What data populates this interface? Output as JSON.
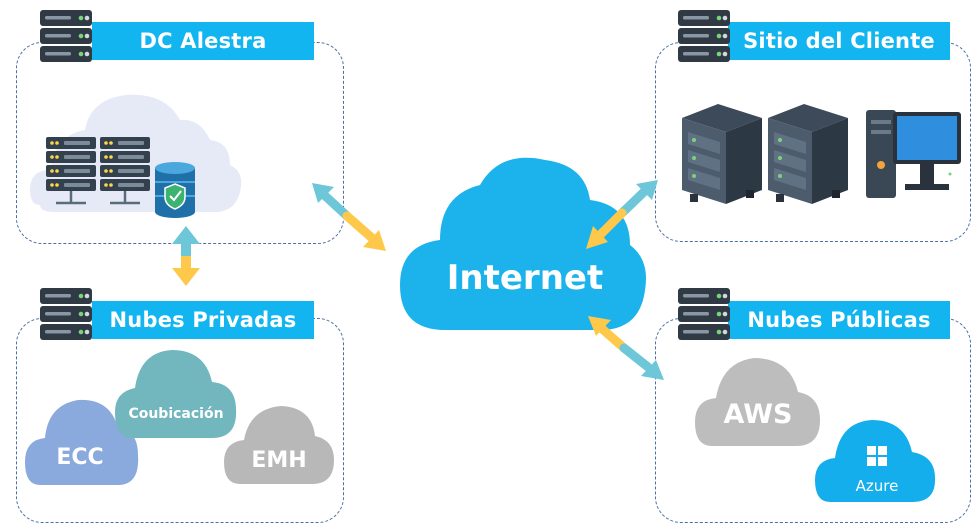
{
  "diagram": {
    "internet": {
      "label": "Internet"
    },
    "sites": [
      {
        "id": "dc-alestra",
        "title": "DC Alestra"
      },
      {
        "id": "sitio-cliente",
        "title": "Sitio del Cliente"
      },
      {
        "id": "nubes-privadas",
        "title": "Nubes Privadas"
      },
      {
        "id": "nubes-publicas",
        "title": "Nubes Públicas"
      }
    ],
    "private_clouds": [
      "ECC",
      "Coubicación",
      "EMH"
    ],
    "public_clouds": [
      "AWS",
      "Azure"
    ],
    "colors": {
      "banner": "#12b5ef",
      "arrow_blue": "#6ec6d9",
      "arrow_yellow": "#fec84a",
      "internet_cloud": "#1cb3ec",
      "zone_border": "#4a6fa5"
    },
    "icons": [
      "server-rack-icon",
      "server-stack-icon",
      "secure-database-icon",
      "desktop-computer-icon",
      "windows-logo-icon"
    ]
  }
}
